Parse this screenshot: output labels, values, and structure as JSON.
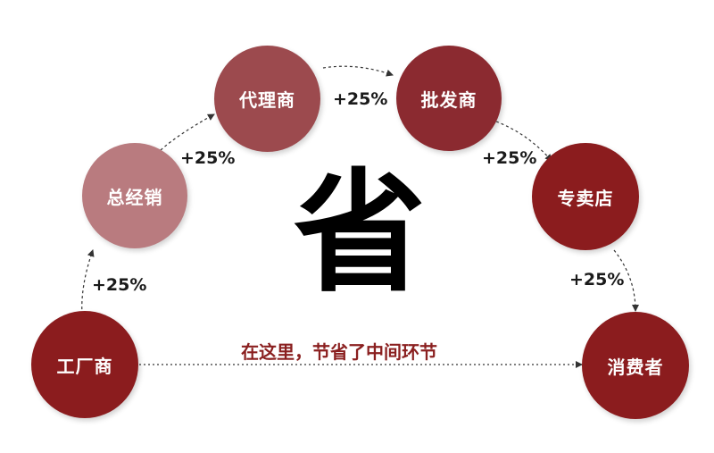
{
  "colors": {
    "dark_red": "#8b1c1e",
    "mid_red": "#9c4a4e",
    "light_red": "#b97b7f",
    "arrow": "#333333",
    "slogan": "#8a1f1f"
  },
  "nodes": {
    "factory": "工厂商",
    "distributor": "总经销",
    "agent": "代理商",
    "wholesaler": "批发商",
    "store": "专卖店",
    "consumer": "消费者"
  },
  "markups": [
    "+25%",
    "+25%",
    "+25%",
    "+25%",
    "+25%"
  ],
  "center_char": "省",
  "slogan": "在这里，节省了中间环节"
}
